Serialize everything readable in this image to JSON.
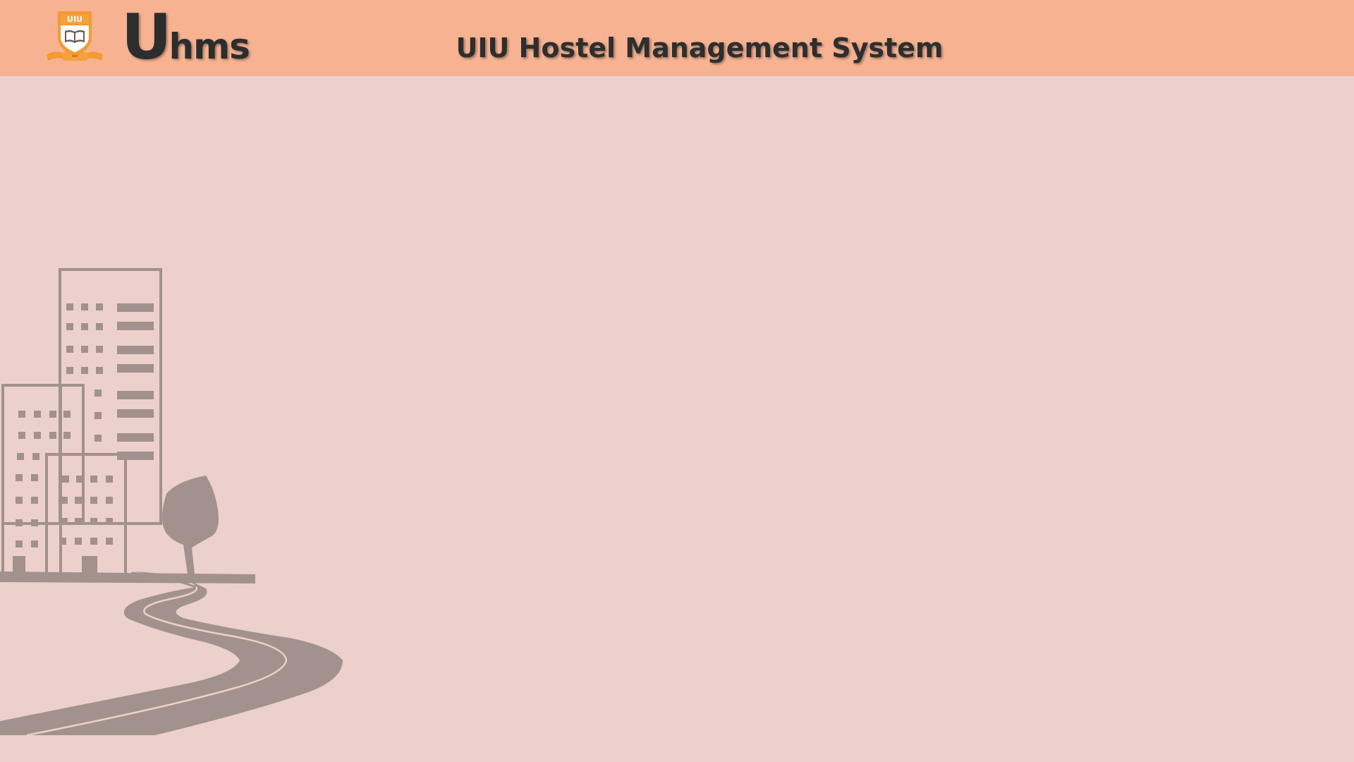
{
  "header": {
    "logo": {
      "crest_icon": "university-crest-icon",
      "crest_text": "UIU",
      "wordmark_initial": "U",
      "wordmark_rest": "hms"
    },
    "title": "UIU Hostel Management System"
  },
  "main": {
    "illustration": {
      "icon": "city-buildings-road-illustration"
    }
  },
  "colors": {
    "header_bg": "#f6b291",
    "page_bg": "#ecd0cb",
    "illustration": "#a2918d",
    "title_text": "#2e2e2e",
    "crest_orange": "#f39a32"
  }
}
